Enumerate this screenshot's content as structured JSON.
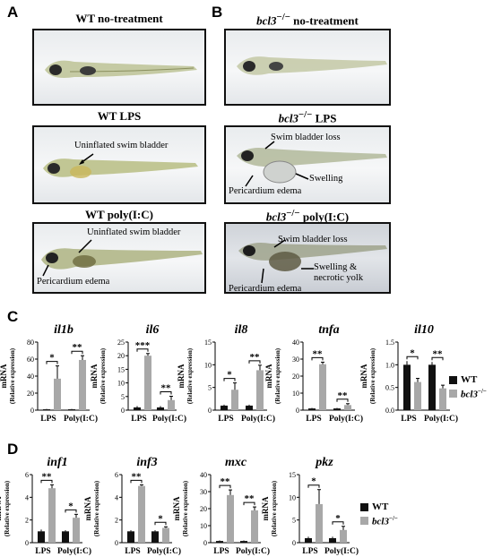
{
  "panel_a": {
    "letter": "A",
    "titles": [
      "WT no-treatment",
      "WT LPS",
      "WT poly(I:C)"
    ],
    "annotations": {
      "lps_swim": "Uninflated swim bladder",
      "polyic_swim": "Uninflated swim bladder",
      "polyic_peri": "Pericardium edema"
    }
  },
  "panel_b": {
    "letter": "B",
    "gene": "bcl3",
    "sup": "−/−",
    "titles": [
      " no-treatment",
      " LPS",
      " poly(I:C)"
    ],
    "annotations": {
      "lps_swim": "Swim bladder loss",
      "lps_swell": "Swelling",
      "lps_peri": "Pericardium edema",
      "polyic_swim": "Swim bladder loss",
      "polyic_swell1": "Swelling &",
      "polyic_swell2": "necrotic yolk",
      "polyic_peri": "Pericardium edema"
    }
  },
  "panel_c_letter": "C",
  "panel_d_letter": "D",
  "legend": {
    "wt": "WT",
    "ko_gene": "bcl3",
    "ko_sup": "−/−",
    "wt_color": "#111111",
    "ko_color": "#a8a8a8"
  },
  "ylabel_line1": "mRNA",
  "ylabel_line2": "(Relative expression)",
  "xcats": [
    "LPS",
    "Poly(I:C)"
  ],
  "chart_data": [
    {
      "type": "bar",
      "panel": "C",
      "title": "il1b",
      "categories": [
        "LPS",
        "Poly(I:C)"
      ],
      "series": [
        {
          "name": "WT",
          "values": [
            1,
            1
          ]
        },
        {
          "name": "bcl3−/−",
          "values": [
            37,
            59
          ]
        }
      ],
      "errors": [
        [
          0.5,
          0.5
        ],
        [
          15,
          5
        ]
      ],
      "ylim": [
        0,
        80
      ],
      "yticks": [
        "0",
        "20",
        "40",
        "60",
        "80"
      ],
      "sig": [
        "*",
        "**"
      ]
    },
    {
      "type": "bar",
      "panel": "C",
      "title": "il6",
      "categories": [
        "LPS",
        "Poly(I:C)"
      ],
      "series": [
        {
          "name": "WT",
          "values": [
            1,
            1
          ]
        },
        {
          "name": "bcl3−/−",
          "values": [
            20,
            3.7
          ]
        }
      ],
      "errors": [
        [
          0.5,
          0.5
        ],
        [
          0.8,
          1.4
        ]
      ],
      "ylim": [
        0,
        25
      ],
      "yticks": [
        "0",
        "5",
        "10",
        "15",
        "20",
        "25"
      ],
      "sig": [
        "***",
        "**"
      ]
    },
    {
      "type": "bar",
      "panel": "C",
      "title": "il8",
      "categories": [
        "LPS",
        "Poly(I:C)"
      ],
      "series": [
        {
          "name": "WT",
          "values": [
            1,
            1
          ]
        },
        {
          "name": "bcl3−/−",
          "values": [
            4.5,
            8.8
          ]
        }
      ],
      "errors": [
        [
          0.2,
          0.2
        ],
        [
          1.5,
          1.1
        ]
      ],
      "ylim": [
        0,
        15
      ],
      "yticks": [
        "0",
        "5",
        "10",
        "15"
      ],
      "sig": [
        "*",
        "**"
      ]
    },
    {
      "type": "bar",
      "panel": "C",
      "title": "tnfa",
      "categories": [
        "LPS",
        "Poly(I:C)"
      ],
      "series": [
        {
          "name": "WT",
          "values": [
            1,
            1
          ]
        },
        {
          "name": "bcl3−/−",
          "values": [
            27,
            3
          ]
        }
      ],
      "errors": [
        [
          0.3,
          0.3
        ],
        [
          1.2,
          0.8
        ]
      ],
      "ylim": [
        0,
        40
      ],
      "yticks": [
        "0",
        "10",
        "20",
        "30",
        "40"
      ],
      "sig": [
        "**",
        "**"
      ]
    },
    {
      "type": "bar",
      "panel": "C",
      "title": "il10",
      "categories": [
        "LPS",
        "Poly(I:C)"
      ],
      "series": [
        {
          "name": "WT",
          "values": [
            1.0,
            1.0
          ]
        },
        {
          "name": "bcl3−/−",
          "values": [
            0.62,
            0.48
          ]
        }
      ],
      "errors": [
        [
          0.08,
          0.06
        ],
        [
          0.08,
          0.07
        ]
      ],
      "ylim": [
        0,
        1.5
      ],
      "yticks": [
        "0.0",
        "0.5",
        "1.0",
        "1.5"
      ],
      "sig": [
        "*",
        "**"
      ]
    },
    {
      "type": "bar",
      "panel": "D",
      "title": "inf1",
      "categories": [
        "LPS",
        "Poly(I:C)"
      ],
      "series": [
        {
          "name": "WT",
          "values": [
            1,
            1
          ]
        },
        {
          "name": "bcl3−/−",
          "values": [
            4.8,
            2.2
          ]
        }
      ],
      "errors": [
        [
          0.15,
          0.1
        ],
        [
          0.3,
          0.3
        ]
      ],
      "ylim": [
        0,
        6
      ],
      "yticks": [
        "0",
        "2",
        "4",
        "6"
      ],
      "sig": [
        "**",
        "*"
      ]
    },
    {
      "type": "bar",
      "panel": "D",
      "title": "inf3",
      "categories": [
        "LPS",
        "Poly(I:C)"
      ],
      "series": [
        {
          "name": "WT",
          "values": [
            1,
            1
          ]
        },
        {
          "name": "bcl3−/−",
          "values": [
            5,
            1.3
          ]
        }
      ],
      "errors": [
        [
          0.1,
          0.1
        ],
        [
          0.1,
          0.1
        ]
      ],
      "ylim": [
        0,
        6
      ],
      "yticks": [
        "0",
        "2",
        "4",
        "6"
      ],
      "sig": [
        "**",
        "*"
      ]
    },
    {
      "type": "bar",
      "panel": "D",
      "title": "mxc",
      "categories": [
        "LPS",
        "Poly(I:C)"
      ],
      "series": [
        {
          "name": "WT",
          "values": [
            1,
            1
          ]
        },
        {
          "name": "bcl3−/−",
          "values": [
            28,
            19
          ]
        }
      ],
      "errors": [
        [
          0.3,
          0.3
        ],
        [
          3,
          2
        ]
      ],
      "ylim": [
        0,
        40
      ],
      "yticks": [
        "0",
        "10",
        "20",
        "30",
        "40"
      ],
      "sig": [
        "**",
        "**"
      ]
    },
    {
      "type": "bar",
      "panel": "D",
      "title": "pkz",
      "categories": [
        "LPS",
        "Poly(I:C)"
      ],
      "series": [
        {
          "name": "WT",
          "values": [
            1,
            1
          ]
        },
        {
          "name": "bcl3−/−",
          "values": [
            8.5,
            2.8
          ]
        }
      ],
      "errors": [
        [
          0.3,
          0.3
        ],
        [
          3.2,
          0.8
        ]
      ],
      "ylim": [
        0,
        15
      ],
      "yticks": [
        "0",
        "5",
        "10",
        "15"
      ],
      "sig": [
        "*",
        "*"
      ]
    }
  ]
}
